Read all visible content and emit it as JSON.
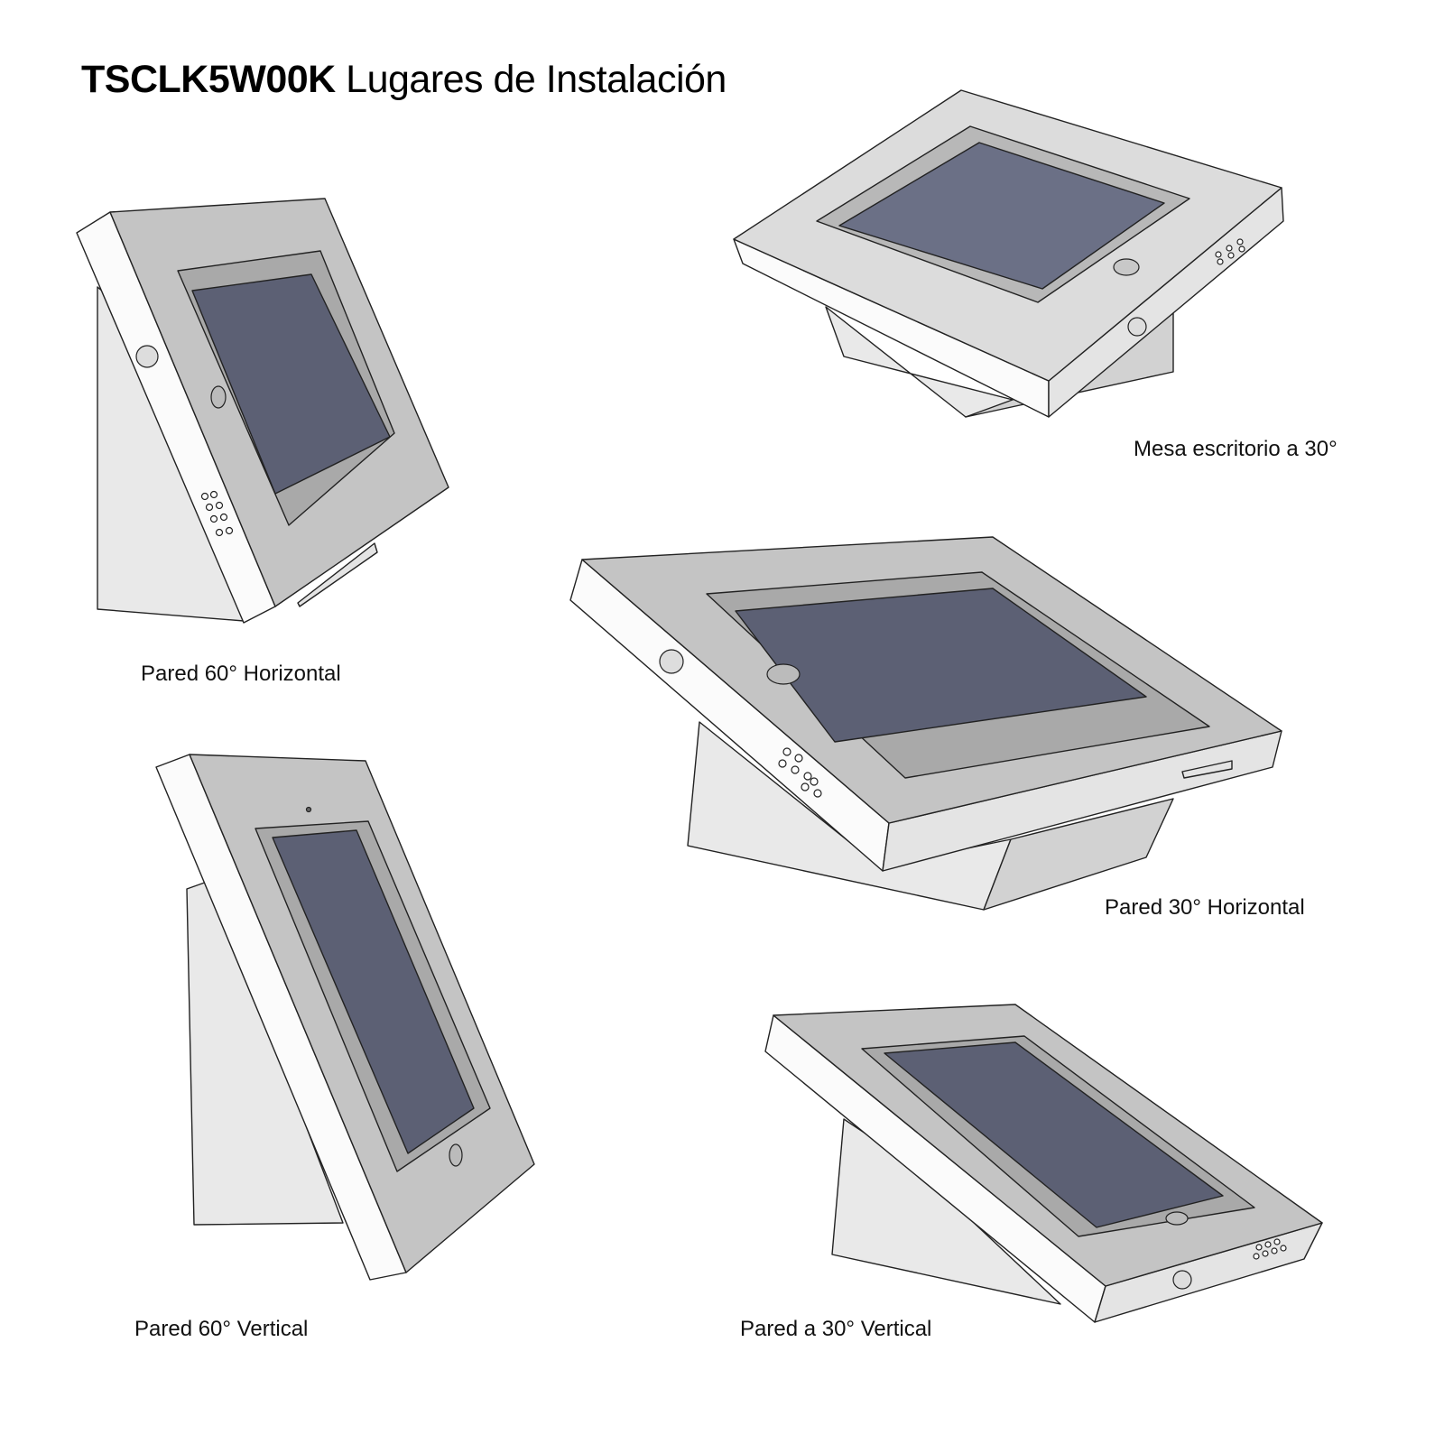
{
  "title": {
    "model": "TSCLK5W00K",
    "text": "Lugares de Instalación"
  },
  "views": [
    {
      "label": "Pared 60° Horizontal"
    },
    {
      "label": "Mesa escritorio a 30°"
    },
    {
      "label": "Pared 30° Horizontal"
    },
    {
      "label": "Pared 60° Vertical"
    },
    {
      "label": "Pared a 30° Vertical"
    }
  ],
  "colors": {
    "screen": "#5c6074",
    "frame": "#c4c4c4",
    "bezel": "#a9a9a9"
  }
}
